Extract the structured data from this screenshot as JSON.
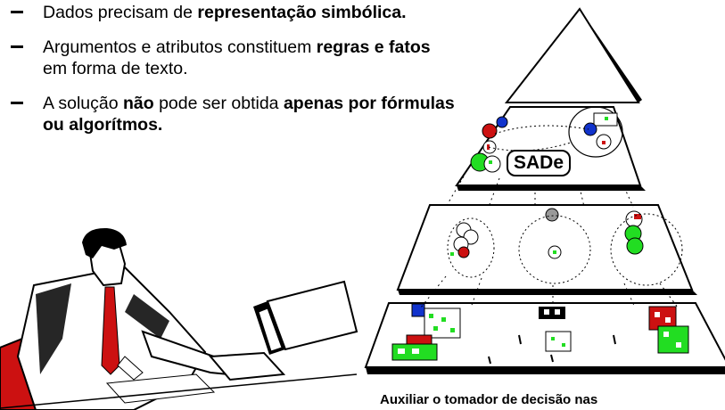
{
  "bullets": [
    {
      "parts": [
        {
          "t": "Dados precisam de ",
          "b": false
        },
        {
          "t": "representação simbólica.",
          "b": true
        }
      ]
    },
    {
      "parts": [
        {
          "t": "Argumentos e atributos constituem ",
          "b": false
        },
        {
          "t": "regras e fatos",
          "b": true
        },
        {
          "t": " em forma de texto.",
          "b": false
        }
      ]
    },
    {
      "parts": [
        {
          "t": "A solução ",
          "b": false
        },
        {
          "t": "não",
          "b": true
        },
        {
          "t": " pode ser obtida ",
          "b": false
        },
        {
          "t": "apenas por fórmulas ou algorítmos.",
          "b": true
        }
      ]
    }
  ],
  "pyramid_label": "SADe",
  "caption": "Auxiliar o tomador de decisão nas",
  "colors": {
    "green": "#22dd22",
    "red": "#cc1111",
    "blue": "#1133cc",
    "gray": "#999999"
  }
}
